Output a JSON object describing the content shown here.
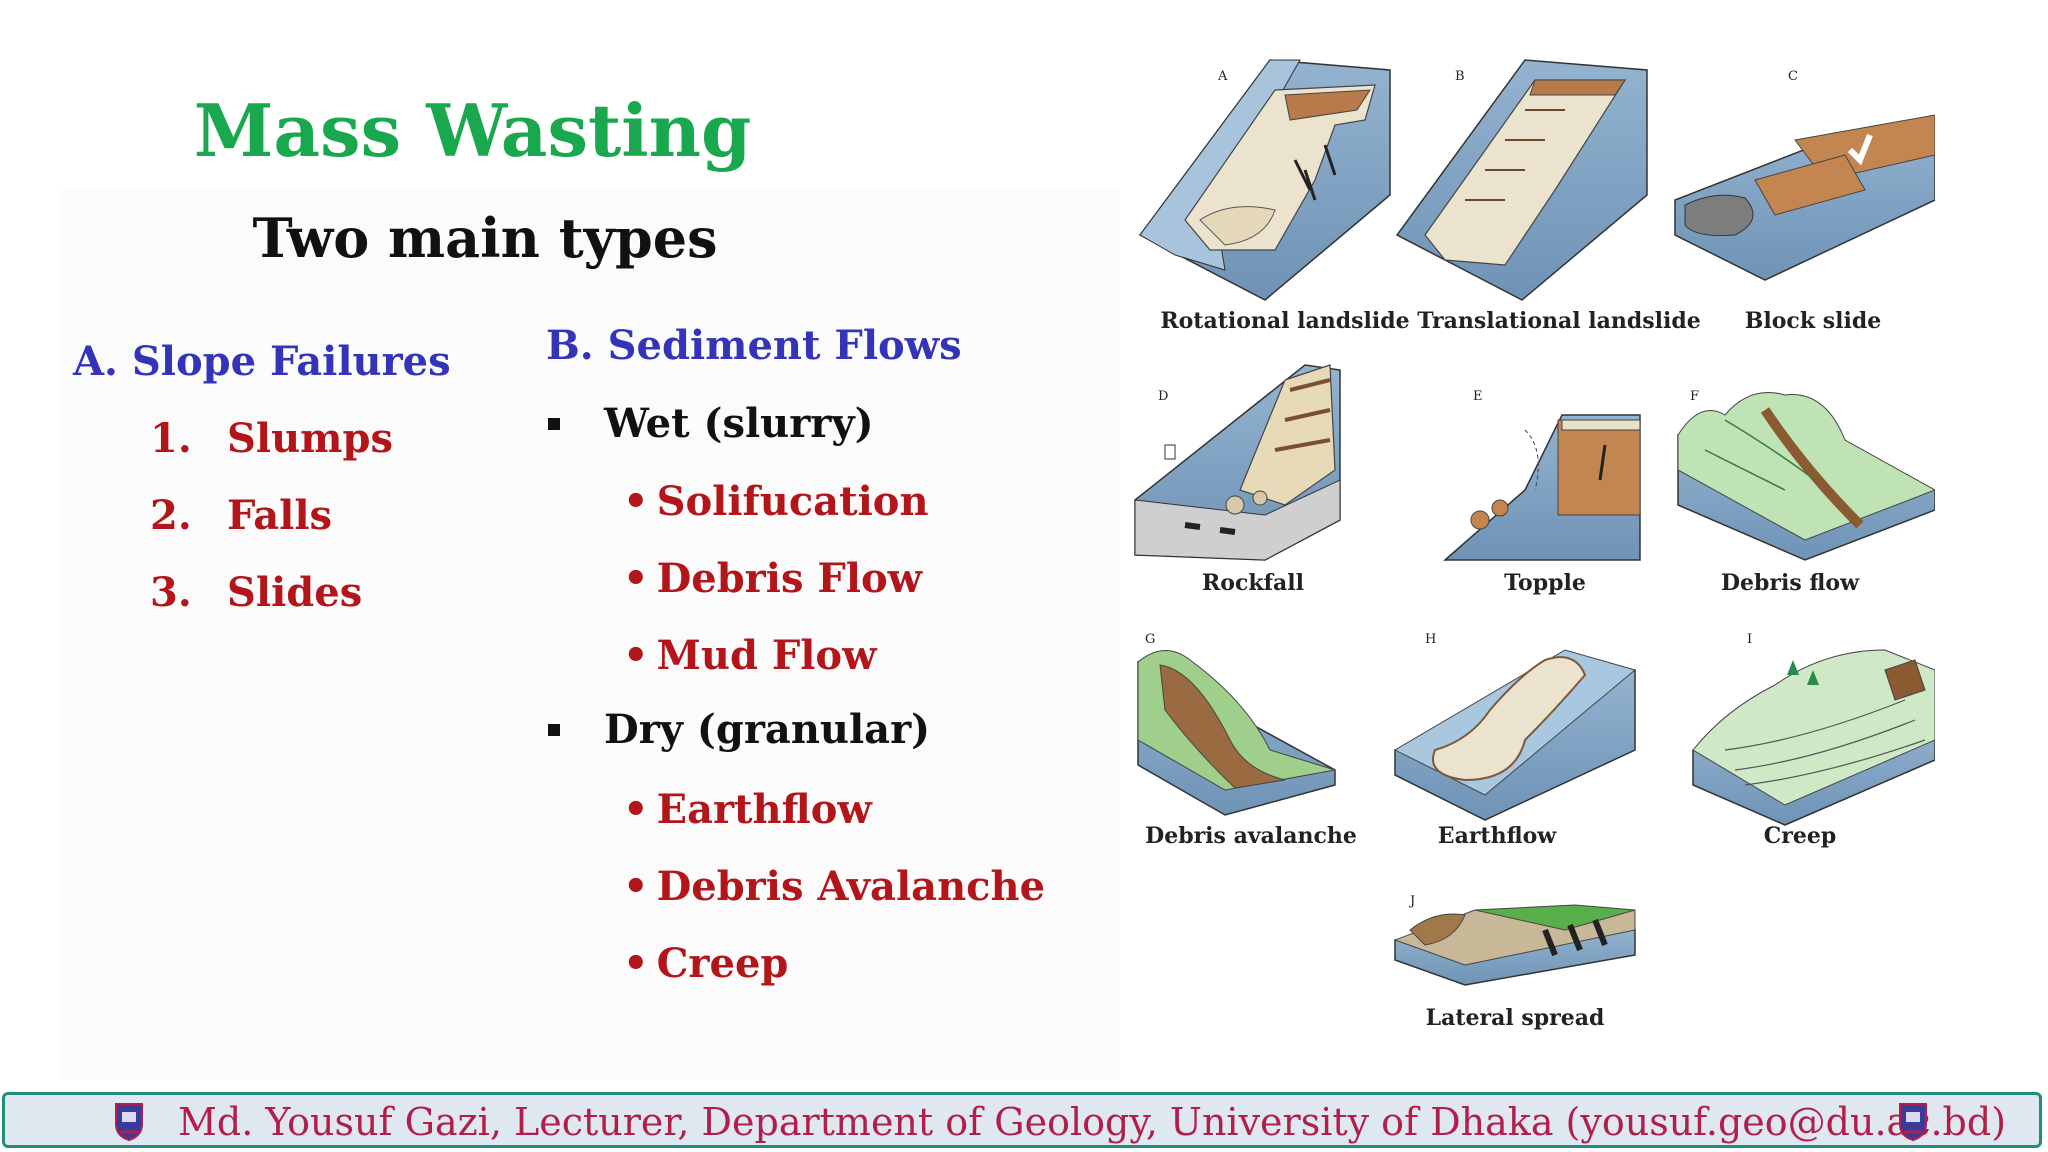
{
  "title": "Mass Wasting",
  "subtitle": "Two main types",
  "col_a": {
    "heading": "A. Slope Failures",
    "items": [
      {
        "num": "1.",
        "label": "Slumps"
      },
      {
        "num": "2.",
        "label": "Falls"
      },
      {
        "num": "3.",
        "label": "Slides"
      }
    ]
  },
  "col_b": {
    "heading": "B. Sediment Flows",
    "groups": [
      {
        "label": "Wet (slurry)",
        "items": [
          "Solifucation",
          "Debris Flow",
          "Mud Flow"
        ]
      },
      {
        "label": "Dry (granular)",
        "items": [
          "Earthflow",
          "Debris Avalanche",
          "Creep"
        ]
      }
    ]
  },
  "bullet": "•",
  "diagrams": [
    {
      "letter": "A",
      "label": "Rotational landslide"
    },
    {
      "letter": "B",
      "label": "Translational landslide"
    },
    {
      "letter": "C",
      "label": "Block slide"
    },
    {
      "letter": "D",
      "label": "Rockfall"
    },
    {
      "letter": "E",
      "label": "Topple"
    },
    {
      "letter": "F",
      "label": "Debris flow"
    },
    {
      "letter": "G",
      "label": "Debris avalanche"
    },
    {
      "letter": "H",
      "label": "Earthflow"
    },
    {
      "letter": "I",
      "label": "Creep"
    },
    {
      "letter": "J",
      "label": "Lateral spread"
    }
  ],
  "footer": {
    "text": "Md. Yousuf Gazi, Lecturer, Department of Geology, University of Dhaka (yousuf.geo@du.ac.bd)"
  },
  "colors": {
    "title": "#1aa84e",
    "heading": "#3434b8",
    "item": "#b2161b",
    "footer_text": "#b21e4a",
    "footer_border": "#1f8f7c"
  }
}
